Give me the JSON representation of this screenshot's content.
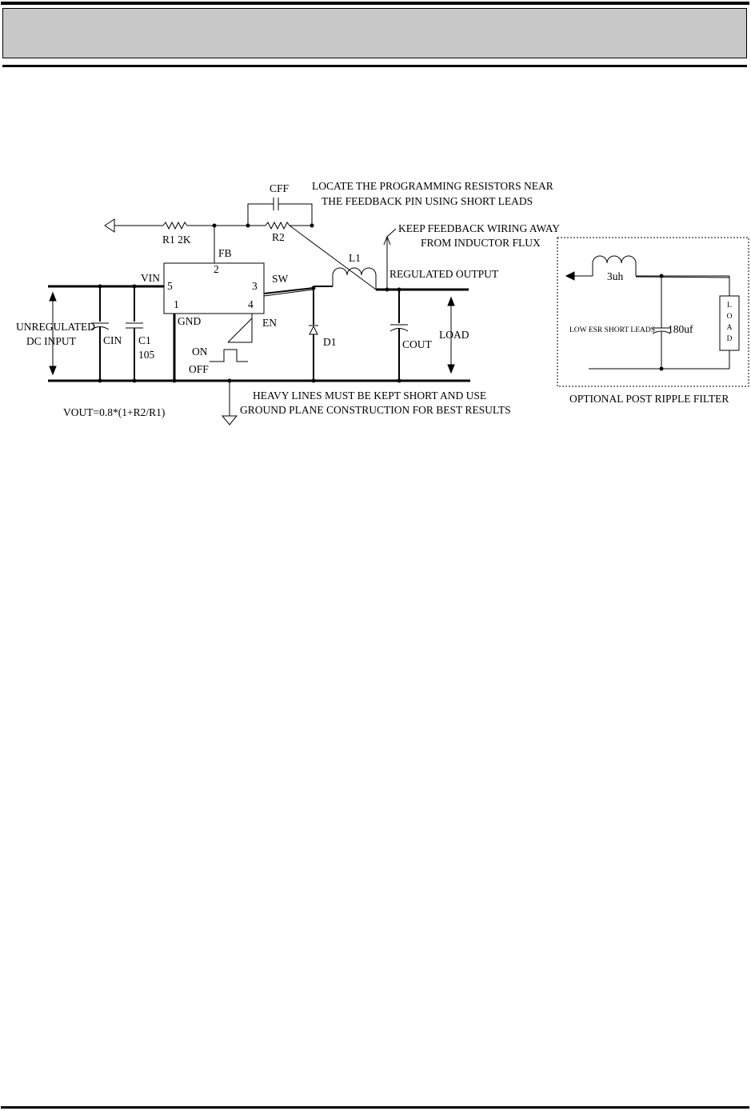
{
  "schematic": {
    "labels": {
      "cff": "CFF",
      "r1": "R1 2K",
      "r2": "R2",
      "fb": "FB",
      "pin2": "2",
      "vin": "VIN",
      "pin5": "5",
      "pin3": "3",
      "sw": "SW",
      "pin1": "1",
      "pin4": "4",
      "gnd": "GND",
      "en": "EN",
      "on": "ON",
      "off": "OFF",
      "l1": "L1",
      "regulated_output": "REGULATED OUTPUT",
      "d1": "D1",
      "cout": "COUT",
      "load": "LOAD",
      "unregulated": "UNREGULATED",
      "dc_input": "DC INPUT",
      "cin": "CIN",
      "c1": "C1",
      "c1_value": "105",
      "vout_formula": "VOUT=0.8*(1+R2/R1)"
    },
    "notes": {
      "locate_line1": "LOCATE THE PROGRAMMING RESISTORS NEAR",
      "locate_line2": "THE FEEDBACK PIN USING SHORT LEADS",
      "keep_line1": "KEEP FEEDBACK WIRING AWAY",
      "keep_line2": "FROM INDUCTOR FLUX",
      "heavy_line1": "HEAVY LINES MUST BE KEPT SHORT AND USE",
      "heavy_line2": "GROUND PLANE CONSTRUCTION FOR BEST RESULTS"
    }
  },
  "filter": {
    "inductor_label": "3uh",
    "cap_note": "LOW ESR SHORT LEADS",
    "cap_value": "180uf",
    "load_letters": [
      "L",
      "O",
      "A",
      "D"
    ],
    "caption": "OPTIONAL POST RIPPLE FILTER"
  }
}
